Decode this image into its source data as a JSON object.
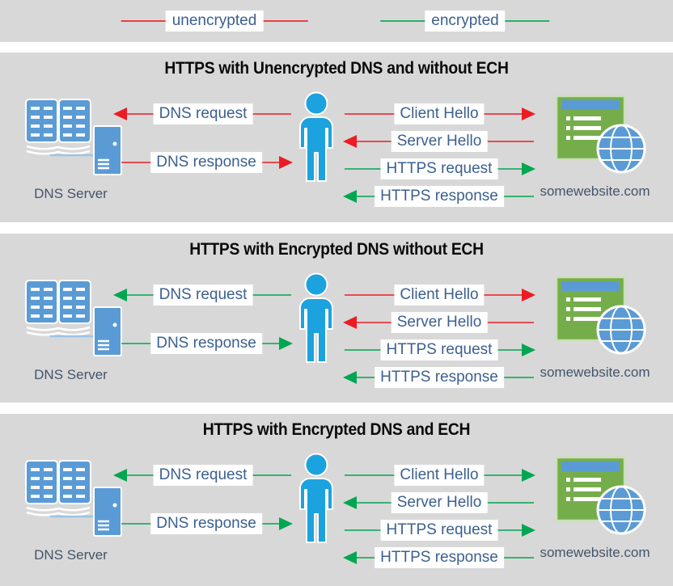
{
  "palette": {
    "panel_bg": "#d8d8d8",
    "label_text": "#3c6090",
    "caption_text": "#44546a",
    "title_text": "#0a0a0a",
    "red": "#ed1c24",
    "green": "#00a651",
    "person_blue": "#1ca2de",
    "icon_blue": "#5b9bd5",
    "site_green": "#76ad4b"
  },
  "legend": {
    "items": [
      {
        "label": "unencrypted",
        "color": "#ed1c24"
      },
      {
        "label": "encrypted",
        "color": "#00a651"
      }
    ]
  },
  "captions": {
    "dns_server": "DNS Server",
    "website": "somewebsite.com"
  },
  "panels": [
    {
      "title": "HTTPS with Unencrypted DNS and without ECH",
      "arrows": [
        {
          "label": "DNS request",
          "dir": "left",
          "color": "#ed1c24"
        },
        {
          "label": "DNS response",
          "dir": "right",
          "color": "#ed1c24"
        },
        {
          "label": "Client Hello",
          "dir": "right",
          "color": "#ed1c24"
        },
        {
          "label": "Server Hello",
          "dir": "left",
          "color": "#ed1c24"
        },
        {
          "label": "HTTPS request",
          "dir": "right",
          "color": "#00a651"
        },
        {
          "label": "HTTPS response",
          "dir": "left",
          "color": "#00a651"
        }
      ]
    },
    {
      "title": "HTTPS with Encrypted DNS without ECH",
      "arrows": [
        {
          "label": "DNS request",
          "dir": "left",
          "color": "#00a651"
        },
        {
          "label": "DNS response",
          "dir": "right",
          "color": "#00a651"
        },
        {
          "label": "Client Hello",
          "dir": "right",
          "color": "#ed1c24"
        },
        {
          "label": "Server Hello",
          "dir": "left",
          "color": "#ed1c24"
        },
        {
          "label": "HTTPS request",
          "dir": "right",
          "color": "#00a651"
        },
        {
          "label": "HTTPS response",
          "dir": "left",
          "color": "#00a651"
        }
      ]
    },
    {
      "title": "HTTPS with Encrypted DNS and ECH",
      "arrows": [
        {
          "label": "DNS request",
          "dir": "left",
          "color": "#00a651"
        },
        {
          "label": "DNS response",
          "dir": "right",
          "color": "#00a651"
        },
        {
          "label": "Client Hello",
          "dir": "right",
          "color": "#00a651"
        },
        {
          "label": "Server Hello",
          "dir": "left",
          "color": "#00a651"
        },
        {
          "label": "HTTPS request",
          "dir": "right",
          "color": "#00a651"
        },
        {
          "label": "HTTPS response",
          "dir": "left",
          "color": "#00a651"
        }
      ]
    }
  ]
}
